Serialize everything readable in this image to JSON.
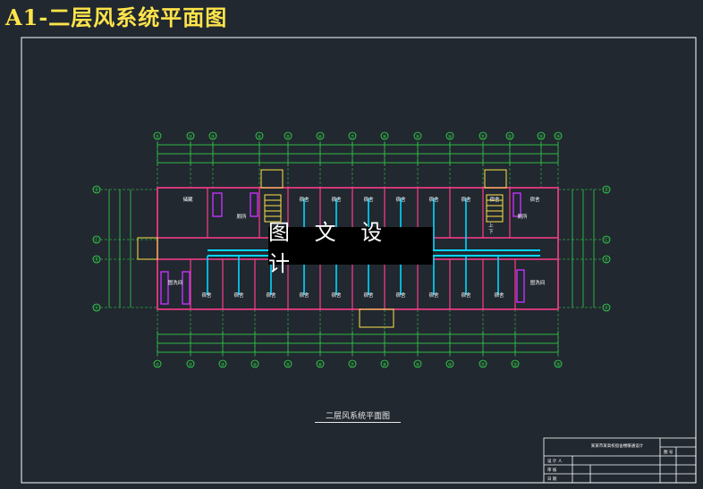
{
  "sheet": {
    "title": "A1-二层风系统平面图",
    "caption": "二层风系统平面图",
    "watermark": "图 文 设 计"
  },
  "grid": {
    "top_axes": [
      "①",
      "②",
      "③",
      "④",
      "⑤",
      "⑥",
      "⑦",
      "⑧",
      "⑨",
      "⑩",
      "⑪",
      "⑫",
      "⑬",
      "⑭"
    ],
    "bottom_axes": [
      "①",
      "②",
      "③",
      "④",
      "⑤",
      "⑥",
      "⑦",
      "⑧",
      "⑨",
      "⑩",
      "⑪",
      "⑫",
      "⑬",
      "⑭",
      "⑮"
    ],
    "left_axes": [
      "Ⓓ",
      "Ⓒ",
      "Ⓑ",
      "Ⓐ"
    ],
    "right_axes": [
      "Ⓓ",
      "Ⓒ",
      "Ⓑ",
      "Ⓐ"
    ]
  },
  "rooms": {
    "north": [
      "储藏",
      "宿舍",
      "宿舍",
      "宿舍",
      "宿舍",
      "宿舍",
      "宿舍",
      "宿舍",
      "宿舍"
    ],
    "south": [
      "宿舍",
      "宿舍",
      "宿舍",
      "宿舍",
      "宿舍",
      "宿舍",
      "宿舍",
      "宿舍",
      "宿舍",
      "宿舍"
    ],
    "special": [
      "盥洗间",
      "厕所",
      "厕所",
      "盥洗间",
      "下",
      "上"
    ]
  },
  "title_block": {
    "project": "某某市某高校宿舍楼暖通设计",
    "rows": [
      "设 计 人",
      "审 核",
      "日 期",
      "图 号"
    ]
  },
  "colors": {
    "background": "#212830",
    "title": "#ffe44a",
    "walls": "#ff3b8d",
    "duct": "#00d7ff",
    "axis": "#35e84a",
    "stair": "#ffe44a",
    "equipment": "#c430ff",
    "text": "#ffffff"
  }
}
